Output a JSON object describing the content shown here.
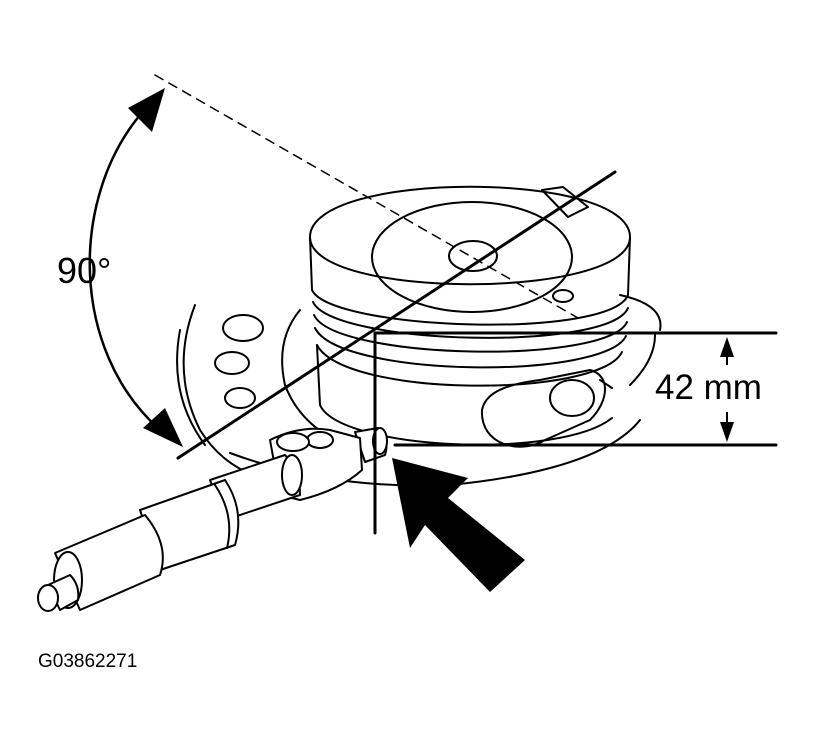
{
  "figure": {
    "angle_label": "90°",
    "dimension_label": "42 mm",
    "figure_code": "G03862271"
  },
  "colors": {
    "line": "#000000",
    "background": "#ffffff"
  }
}
